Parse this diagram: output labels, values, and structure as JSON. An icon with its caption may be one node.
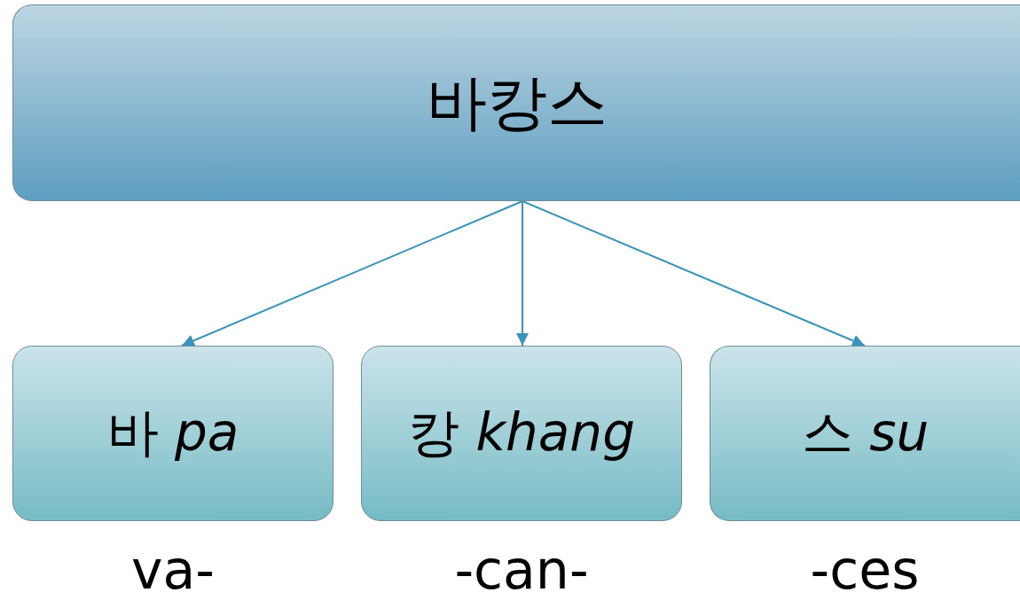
{
  "diagram": {
    "nodes": [
      {
        "text": [
          "바캉스"
        ]
      },
      {
        "text": [
          "바 *pa*"
        ],
        "beside": [
          "va-"
        ]
      },
      {
        "text": [
          "캉 *khang*"
        ],
        "beside": [
          "-can-"
        ]
      },
      {
        "text": [
          "스 *su*"
        ],
        "beside": [
          "-ces"
        ]
      }
    ],
    "edges": [
      {
        "from": 0,
        "to": 1,
        "arrow": "to"
      },
      {
        "from": 0,
        "to": 2,
        "arrow": "to"
      },
      {
        "from": 0,
        "to": 3,
        "arrow": "to"
      }
    ]
  }
}
